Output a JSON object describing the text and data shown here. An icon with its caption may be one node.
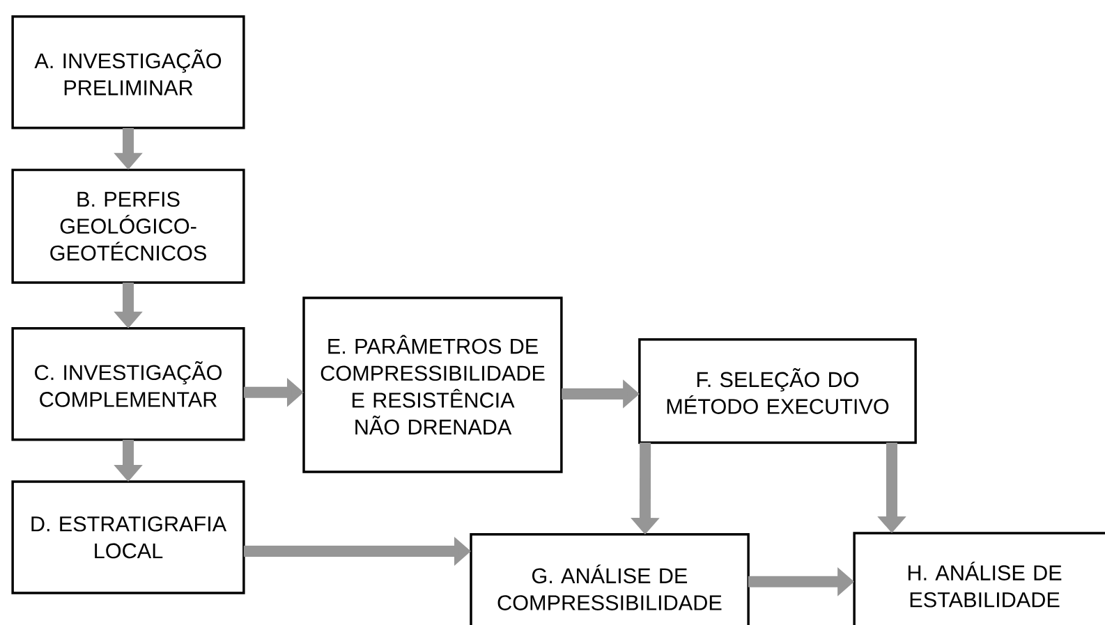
{
  "diagram": {
    "nodes": [
      {
        "text": [
          "A. INVESTIGAÇÃO PRELIMINAR"
        ]
      },
      {
        "text": [
          "B. PERFIS GEOLÓGICO- GEOTÉCNICOS"
        ]
      },
      {
        "text": [
          "C. INVESTIGAÇÃO COMPLEMENTAR"
        ]
      },
      {
        "text": [
          "D. ESTRATIGRAFIA LOCAL"
        ]
      },
      {
        "text": [
          "E. PARÂMETROS DE COMPRESSIBILIDADE E RESISTÊNCIA NÃO DRENADA"
        ]
      },
      {
        "text": [
          "F. SELEÇÃO DO MÉTODO EXECUTIVO"
        ]
      },
      {
        "text": [
          "G. ANÁLISE DE COMPRESSIBILIDADE"
        ]
      },
      {
        "text": [
          "H. ANÁLISE DE ESTABILIDADE"
        ]
      }
    ],
    "edges": [
      {
        "from": 0,
        "to": 1,
        "arrow": "to"
      },
      {
        "from": 1,
        "to": 2,
        "arrow": "to"
      },
      {
        "from": 2,
        "to": 4,
        "arrow": "to"
      },
      {
        "from": 2,
        "to": 3,
        "arrow": "to"
      },
      {
        "from": 4,
        "to": 5,
        "arrow": "to"
      },
      {
        "from": 3,
        "to": 6,
        "arrow": "to"
      },
      {
        "from": 5,
        "to": 6,
        "arrow": "to"
      },
      {
        "from": 5,
        "to": 7,
        "arrow": "to"
      },
      {
        "from": 6,
        "to": 7,
        "arrow": "to"
      }
    ]
  }
}
